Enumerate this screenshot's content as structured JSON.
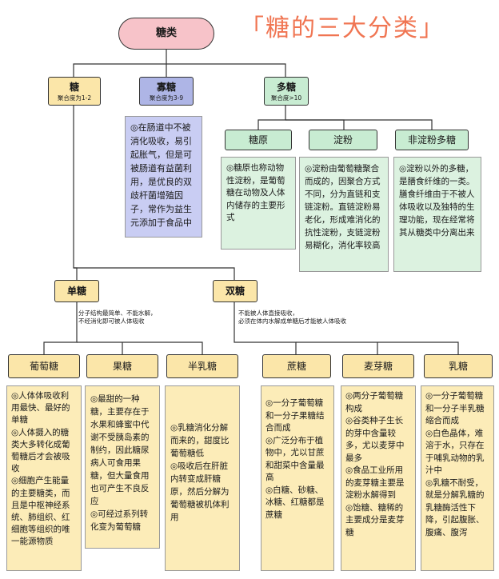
{
  "title": "「糖的三大分类」",
  "root": {
    "label": "糖类"
  },
  "level1": {
    "tang": {
      "label": "糖",
      "sub": "聚合度为1-2"
    },
    "guatang": {
      "label": "寡糖",
      "sub": "聚合度为3-9",
      "text": "◎在肠道中不被消化吸收，易引起胀气，但是可被肠道有益菌利用，是优良的双歧杆菌增殖因子，常作为益生元添加于食品中"
    },
    "duotang": {
      "label": "多糖",
      "sub": "聚合度>10"
    }
  },
  "polysaccharides": [
    {
      "label": "糖原",
      "text": "◎糖原也称动物性淀粉，是葡萄糖在动物及人体内储存的主要形式"
    },
    {
      "label": "淀粉",
      "text": "◎淀粉由葡萄糖聚合而成的，因聚合方式不同，分为直链和支链淀粉。直链淀粉易老化，形成难消化的抗性淀粉，支链淀粉易糊化，消化率较高"
    },
    {
      "label": "非淀粉多糖",
      "text": "◎淀粉以外的多糖，是膳食纤维的一类。膳食纤维由于不被人体吸收以及独特的生理功能，现在经常将其从糖类中分离出来"
    }
  ],
  "danTang": {
    "label": "单糖",
    "note1": "分子结构最简单、不能水解，",
    "note2": "不经消化即可被人体吸收"
  },
  "shuangTang": {
    "label": "双糖",
    "note1": "不能被人体直接吸收，",
    "note2": "必须在体内水解成单糖后才能被人体吸收"
  },
  "monosaccharides": [
    {
      "label": "葡萄糖",
      "text": "◎人体体吸收利用最快、最好的单糖\n◎人体摄入的糖类大多转化成葡萄糖后才会被吸收\n◎细胞产生能量的主要糖类，而且是中枢神经系统、肺组织、红细胞等组织的唯一能源物质"
    },
    {
      "label": "果糖",
      "text": "◎最甜的一种糖，主要存在于水果和蜂蜜中代谢不受胰岛素的制约，因此糖尿病人可食用果糖，但大量食用也可产生不良反应\n◎可经过系列转化变为葡萄糖"
    },
    {
      "label": "半乳糖",
      "text": "◎乳糖消化分解而来的，甜度比葡萄糖低\n◎吸收后在肝脏内转变成肝糖原，然后分解为葡萄糖被机体利用"
    }
  ],
  "disaccharides": [
    {
      "label": "蔗糖",
      "text": "◎一分子葡萄糖和一分子果糖结合而成\n◎广泛分布于植物中，尤以甘蔗和甜菜中含量最高\n◎白糖、砂糖、冰糖、红糖都是蔗糖"
    },
    {
      "label": "麦芽糖",
      "text": "◎两分子葡萄糖构成\n◎谷类种子生长的芽中含量较多，尤以麦芽中最多\n◎食品工业所用的麦芽糖主要是淀粉水解得到\n◎饴糖、糖稀的主要成分是麦芽糖"
    },
    {
      "label": "乳糖",
      "text": "◎一分子葡萄糖和一分子半乳糖缩合而成\n◎白色晶体，难溶于水，只存在于哺乳动物的乳汁中\n◎乳糖不耐受，就是分解乳糖的乳糖酶活性下降，引起腹胀、腹痛、腹泻"
    }
  ],
  "colors": {
    "yellow": "#fbe6a9",
    "blue": "#aeb5e6",
    "green": "#c8ecd2",
    "root": "#f7c3c9",
    "title": "#f07552"
  }
}
